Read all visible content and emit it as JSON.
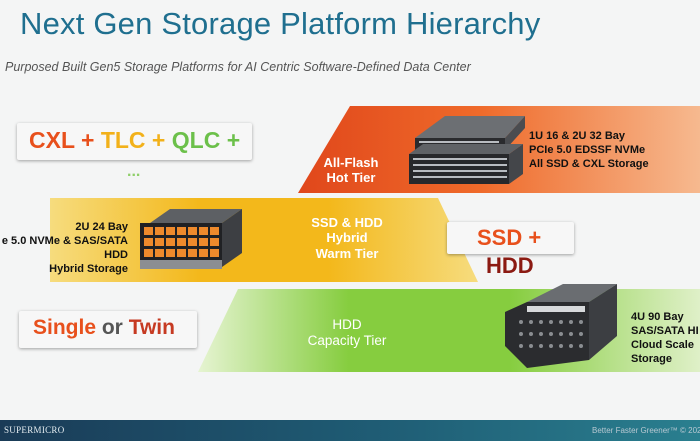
{
  "slide": {
    "title": "Next Gen Storage Platform Hierarchy",
    "subtitle": "Purposed Built Gen5 Storage Platforms for AI Centric Software-Defined Data Center"
  },
  "tiers": {
    "top": {
      "line1": "All-Flash",
      "line2": "Hot Tier",
      "color": "#e8501c"
    },
    "middle": {
      "line1": "SSD & HDD",
      "line2": "Hybrid",
      "line3": "Warm Tier",
      "color": "#f3b81b"
    },
    "bottom": {
      "line1": "HDD",
      "line2": "Capacity Tier",
      "color": "#86cd3f"
    }
  },
  "media_labels": {
    "cxl": {
      "part1": "CXL",
      "plus1": " + ",
      "part2": "TLC",
      "plus2": " + ",
      "part3": "QLC",
      "plus3": " +",
      "ellipsis": "..."
    },
    "ssd_hdd": {
      "line1": "SSD +",
      "line2": "HDD"
    },
    "single_twin": {
      "part1": "Single",
      "connector": " or ",
      "part2": "Twin"
    }
  },
  "specs": {
    "top": {
      "line1": "1U 16 & 2U 32 Bay",
      "line2": "PCIe 5.0 EDSSF NVMe",
      "line3": "All SSD & CXL Storage"
    },
    "middle": {
      "line1": "2U 24 Bay",
      "line2": "e 5.0 NVMe & SAS/SATA",
      "line3": "HDD",
      "line4": "Hybrid Storage"
    },
    "bottom": {
      "line1": "4U 90 Bay",
      "line2": "SAS/SATA HI",
      "line3": "Cloud Scale",
      "line4": "Storage"
    }
  },
  "footer": {
    "brand": "SUPERMICRO",
    "note": "Better Faster Greener™ © 202"
  },
  "colors": {
    "title": "#1f6f8f",
    "cxl_orange": "#e8501c",
    "tlc_yellow": "#f2b11a",
    "qlc_green": "#6cc04a",
    "hdd_red": "#8b1a12",
    "twin_red": "#c63a22"
  }
}
